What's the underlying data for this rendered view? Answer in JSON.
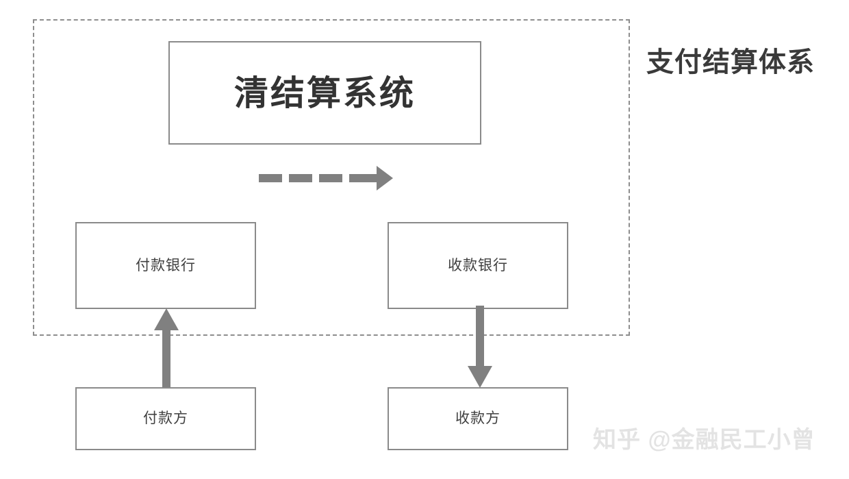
{
  "diagram": {
    "title": "支付结算体系",
    "boundary_label": "",
    "nodes": {
      "clearing_system": "清结算系统",
      "paying_bank": "付款银行",
      "receiving_bank": "收款银行",
      "payer": "付款方",
      "payee": "收款方"
    },
    "connectors": {
      "settlement_dashed": "dashed-right-arrow",
      "payer_to_bank": "solid-up-arrow",
      "bank_to_payee": "solid-down-arrow"
    },
    "colors": {
      "box_border": "#8a8a8a",
      "boundary_border": "#8d8d8d",
      "arrow": "#808080",
      "title_text": "#3a3a3a",
      "node_text": "#3f3f3f",
      "watermark_text": "#e3e3e3",
      "background": "#ffffff"
    }
  },
  "watermark": {
    "text": "知乎 @金融民工小曾"
  }
}
